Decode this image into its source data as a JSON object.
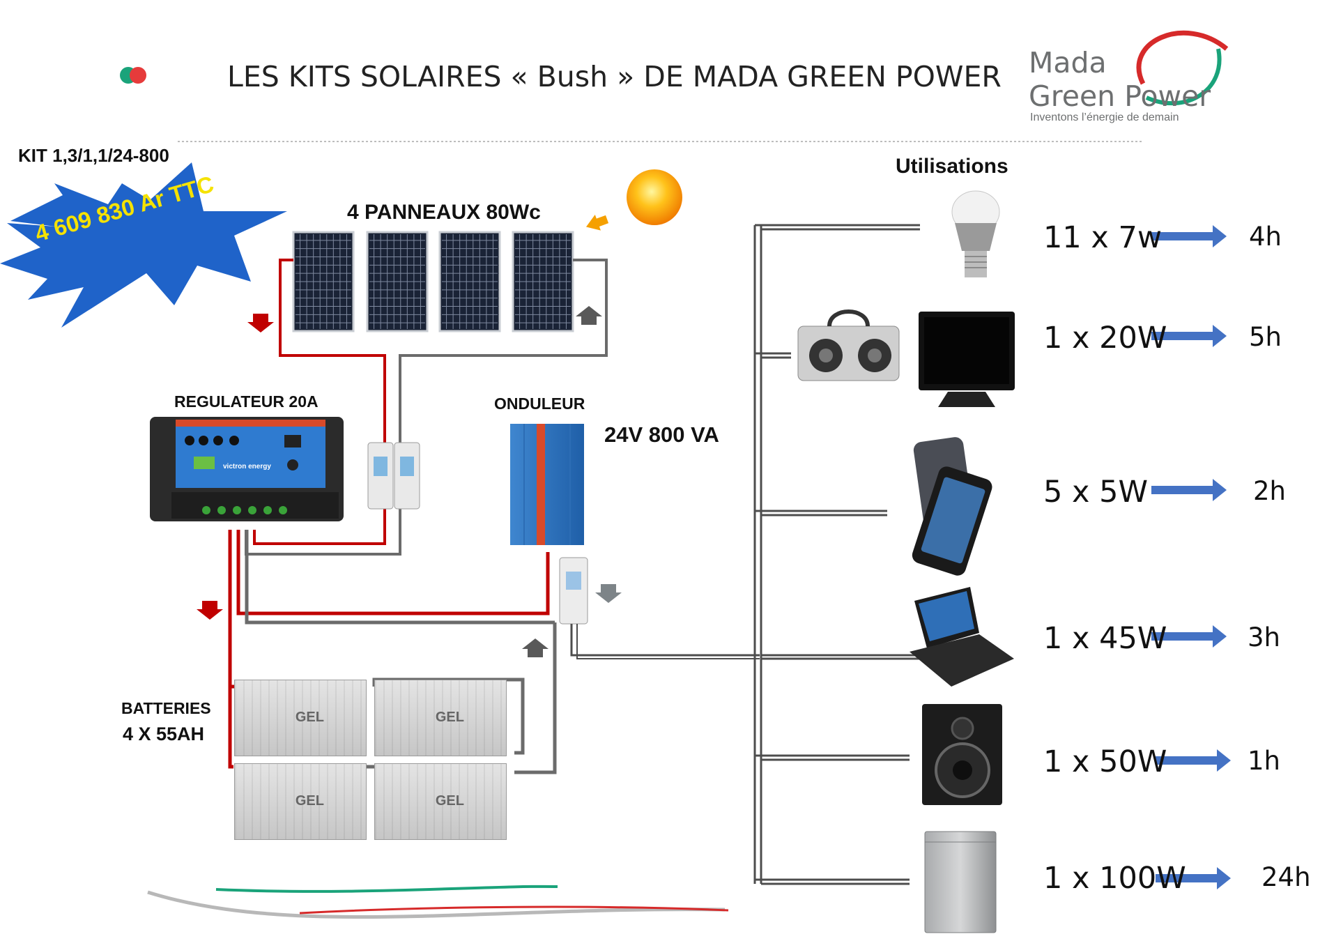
{
  "header": {
    "title": "LES KITS SOLAIRES « Bush » DE MADA GREEN POWER",
    "logo_line1": "Mada",
    "logo_line2": "Green Power",
    "logo_tagline": "Inventons l’énergie de demain"
  },
  "kit": {
    "code": "KIT 1,3/1,1/24-800",
    "price": "4 609 830 Ar TTC"
  },
  "components": {
    "panels_label": "4 PANNEAUX 80Wc",
    "regulator_label": "REGULATEUR 20A",
    "inverter_label": "ONDULEUR",
    "inverter_spec": "24V 800 VA",
    "batteries_label_line1": "BATTERIES",
    "batteries_label_line2": "4 X 55AH",
    "battery_brand": "GEL",
    "regulator_brand": "victron energy"
  },
  "uses": {
    "heading": "Utilisations",
    "items": [
      {
        "device": "bulb-icon",
        "spec": "11 x 7w",
        "duration": "4h"
      },
      {
        "device": "tv-radio-icon",
        "spec": "1 x 20W",
        "duration": "5h"
      },
      {
        "device": "phone-icon",
        "spec": "5 x 5W",
        "duration": "2h"
      },
      {
        "device": "laptop-icon",
        "spec": "1 x 45W",
        "duration": "3h"
      },
      {
        "device": "speaker-icon",
        "spec": "1 x 50W",
        "duration": "1h"
      },
      {
        "device": "fridge-icon",
        "spec": "1 x 100W",
        "duration": "24h"
      }
    ]
  },
  "colors": {
    "wire_red": "#c00000",
    "wire_grey": "#6b6b6b",
    "arrow_blue": "#4472c4",
    "starburst": "#1f63c9",
    "price_text": "#f5e200",
    "logo_red": "#d62a2a",
    "logo_green": "#1aa37a"
  }
}
